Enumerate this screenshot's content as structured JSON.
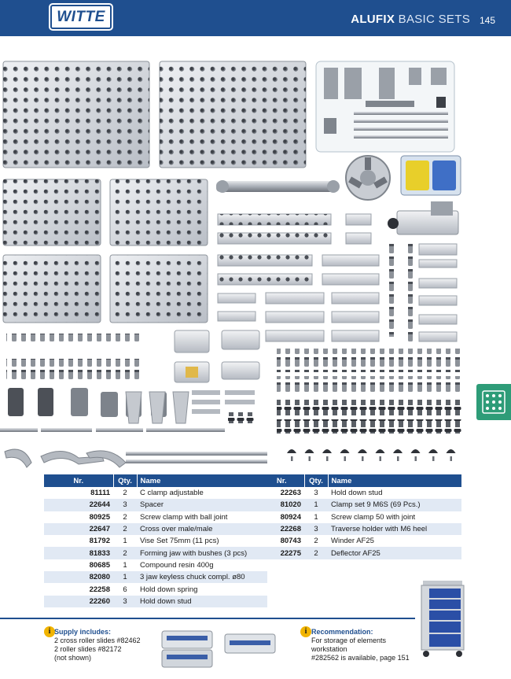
{
  "header": {
    "logo_text": "WITTE",
    "title_bold": "ALUFIX",
    "title_light": "BASIC SETS",
    "page_number": "145"
  },
  "colors": {
    "brand_blue": "#1f4f8f",
    "row_tint": "#e1e9f4",
    "tab_green": "#2e9c78",
    "info_yellow": "#f1b400"
  },
  "icons": {
    "info": "i",
    "tab": "grid-plate-icon"
  },
  "tables": {
    "left": {
      "headers": [
        "Nr.",
        "Qty.",
        "Name"
      ],
      "rows": [
        {
          "nr": "81111",
          "qty": "2",
          "name": "C clamp adjustable"
        },
        {
          "nr": "22644",
          "qty": "3",
          "name": "Spacer"
        },
        {
          "nr": "80925",
          "qty": "2",
          "name": "Screw clamp with ball joint"
        },
        {
          "nr": "22647",
          "qty": "2",
          "name": "Cross over male/male"
        },
        {
          "nr": "81792",
          "qty": "1",
          "name": "Vise Set 75mm (11 pcs)"
        },
        {
          "nr": "81833",
          "qty": "2",
          "name": "Forming jaw with bushes (3 pcs)"
        },
        {
          "nr": "80685",
          "qty": "1",
          "name": "Compound resin 400g"
        },
        {
          "nr": "82080",
          "qty": "1",
          "name": "3 jaw keyless chuck compl. ø80"
        },
        {
          "nr": "22258",
          "qty": "6",
          "name": "Hold down spring"
        },
        {
          "nr": "22260",
          "qty": "3",
          "name": "Hold down stud"
        }
      ]
    },
    "right": {
      "headers": [
        "Nr.",
        "Qty.",
        "Name"
      ],
      "rows": [
        {
          "nr": "22263",
          "qty": "3",
          "name": "Hold down stud"
        },
        {
          "nr": "81020",
          "qty": "1",
          "name": "Clamp set 9 M6S (69 Pcs.)"
        },
        {
          "nr": "80924",
          "qty": "1",
          "name": "Screw clamp 50 with joint"
        },
        {
          "nr": "22268",
          "qty": "3",
          "name": "Traverse holder with M6 heel"
        },
        {
          "nr": "80743",
          "qty": "2",
          "name": "Winder AF25"
        },
        {
          "nr": "22275",
          "qty": "2",
          "name": "Deflector AF25"
        }
      ]
    }
  },
  "footer": {
    "supply": {
      "heading": "Supply includes:",
      "lines": [
        "2 cross roller slides #82462",
        "2 roller slides #82172",
        "(not shown)"
      ]
    },
    "recommendation": {
      "heading": "Recommendation:",
      "lines": [
        "For storage of elements workstation",
        "#282562 is available, page 151"
      ]
    }
  }
}
